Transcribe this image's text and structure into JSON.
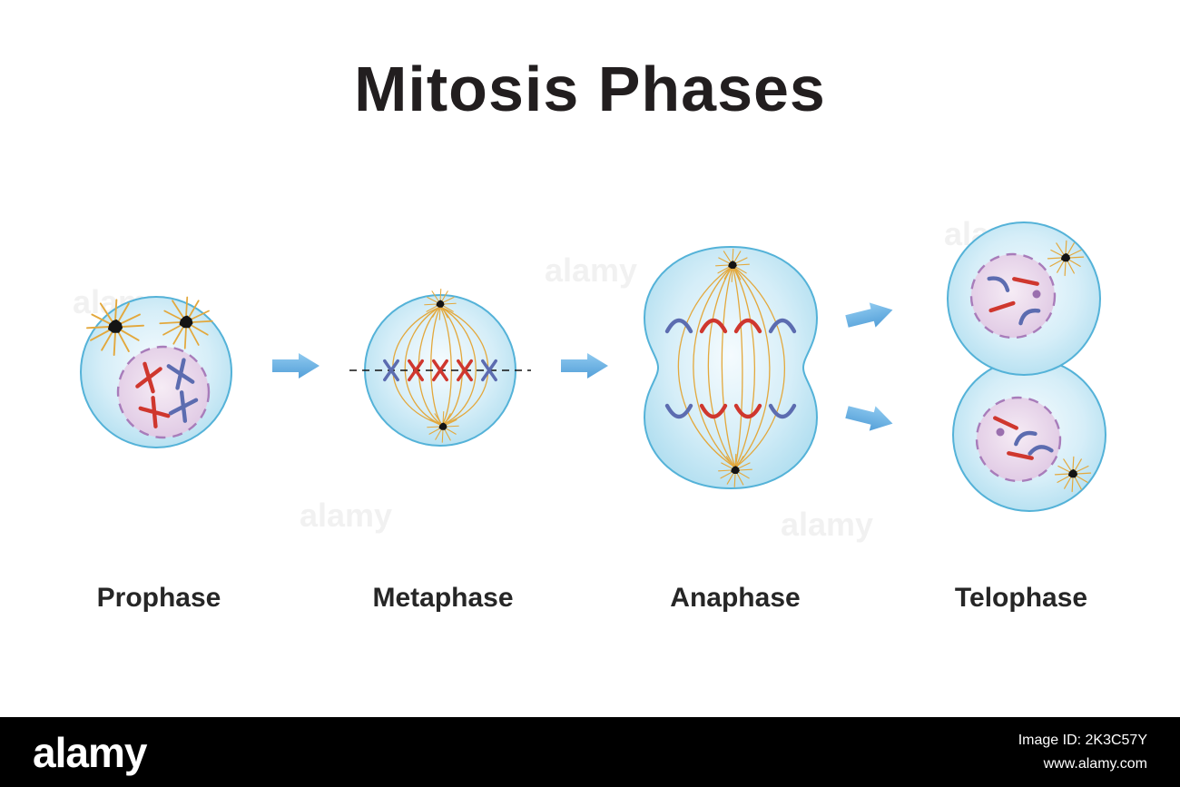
{
  "title": "Mitosis Phases",
  "phases": [
    {
      "id": "prophase",
      "label": "Prophase"
    },
    {
      "id": "metaphase",
      "label": "Metaphase"
    },
    {
      "id": "anaphase",
      "label": "Anaphase"
    },
    {
      "id": "telophase",
      "label": "Telophase"
    }
  ],
  "watermark": {
    "text": "alamy"
  },
  "footer": {
    "brand": "alamy",
    "image_id": "Image ID: 2K3C57Y",
    "website": "www.alamy.com"
  },
  "colors": {
    "cell_fill_inner": "#f4fbfe",
    "cell_fill_outer": "#aadcee",
    "cell_stroke": "#54b2d8",
    "nucleus_fill": "#e9d7ec",
    "nucleus_stroke": "#a87cba",
    "spindle_fiber": "#e3a83c",
    "chromosome_red": "#cf372e",
    "chromosome_blue": "#5c6cb0",
    "centrosome": "#141414",
    "arrow_blue": "#6aaede",
    "title_color": "#221e1f",
    "footer_bg": "#000000"
  }
}
